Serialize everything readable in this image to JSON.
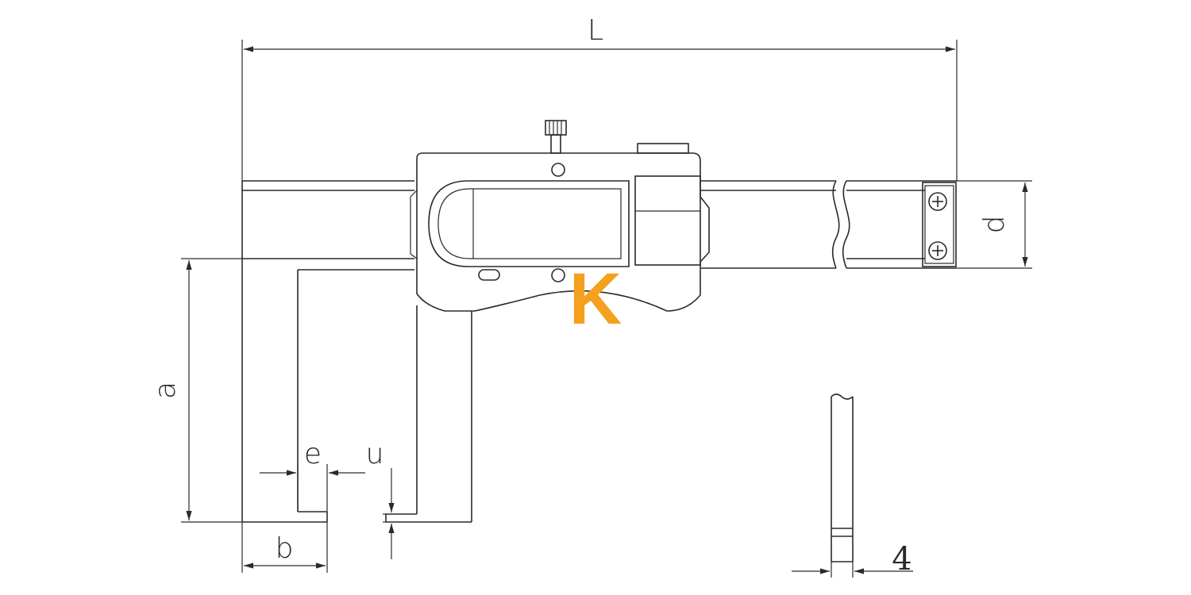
{
  "labels": {
    "length": "L",
    "depth": "d",
    "jaw_length": "a",
    "jaw_width": "b",
    "tip_width": "e",
    "tip_height": "u",
    "thickness": "4"
  },
  "logo": {
    "text": "K",
    "color": "#f5a01e"
  },
  "colors": {
    "line": "#2a2a2a",
    "background": "#ffffff"
  }
}
